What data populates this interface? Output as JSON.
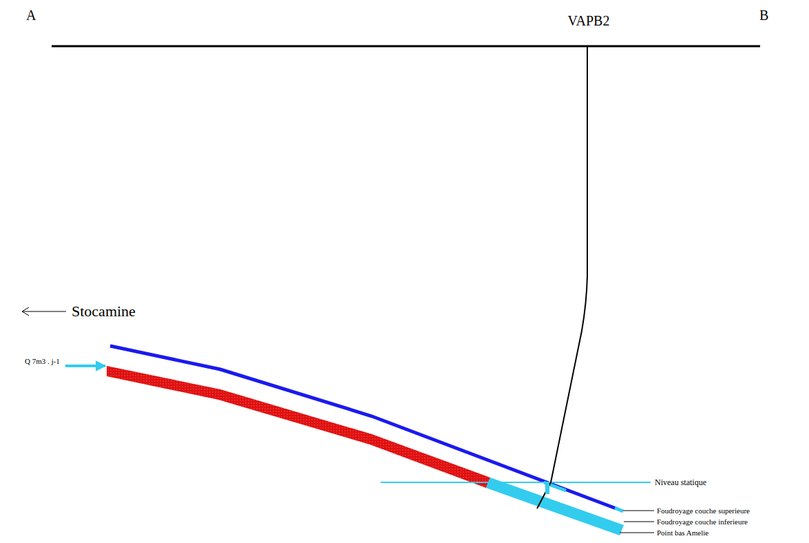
{
  "diagram": {
    "labels": [
      "A",
      "B",
      "VAPB2",
      "Stocamine",
      "Q 7m3 . j-1",
      "Niveau statique",
      "Foudroyage couche superieure",
      "Foudroyage couche inferieure",
      "Point bas Amelie"
    ]
  }
}
